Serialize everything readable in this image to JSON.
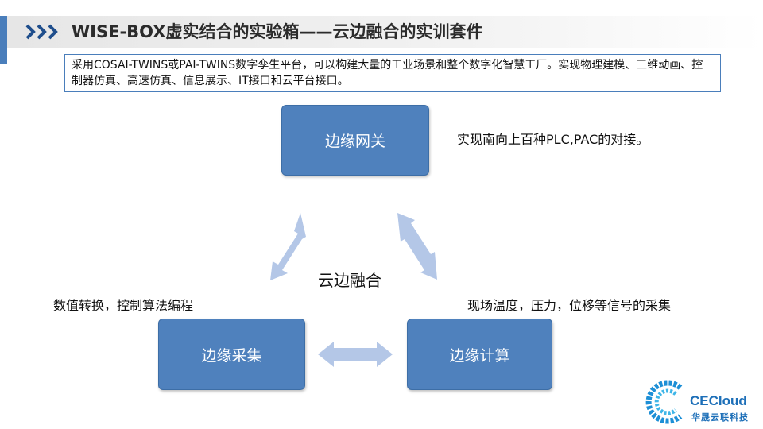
{
  "header": {
    "title": "WISE-BOX虚实结合的实验箱——云边融合的实训套件",
    "chevrons_icon": "triple-chevron-right-icon"
  },
  "intro": {
    "text": "采用COSAI-TWINS或PAI-TWINS数字孪生平台，可以构建大量的工业场景和整个数字化智慧工厂。实现物理建模、三维动画、控制器仿真、高速仿真、信息展示、IT接口和云平台接口。"
  },
  "diagram": {
    "center_label": "云边融合",
    "nodes": {
      "top": {
        "label": "边缘网关",
        "note": "实现南向上百种PLC,PAC的对接。"
      },
      "left": {
        "label": "边缘采集",
        "note": "数值转换，控制算法编程"
      },
      "right": {
        "label": "边缘计算",
        "note": "现场温度，压力，位移等信号的采集"
      }
    },
    "arrow_icon": "double-headed-arrow-icon"
  },
  "brand": {
    "name": "CECloud",
    "subtitle": "华晟云联科技",
    "logo_icon": "cecloud-logo-icon"
  },
  "colors": {
    "accent": "#4a7ebb",
    "node_fill": "#4f81bd",
    "arrow_fill": "#b4c7e7",
    "brand": "#1d6fb8"
  }
}
